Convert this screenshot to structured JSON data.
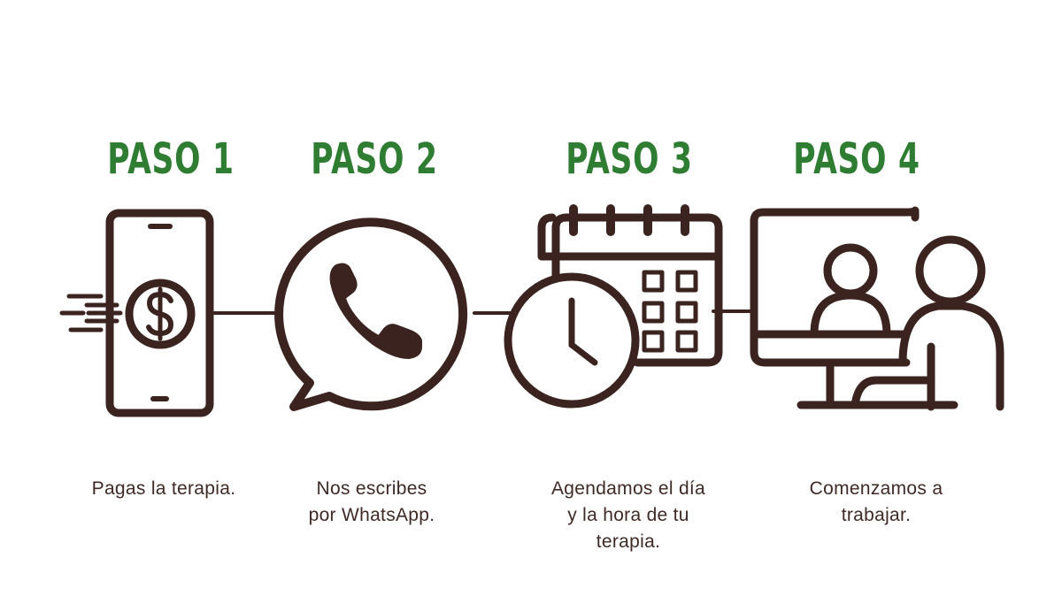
{
  "colors": {
    "accent": "#2e7d32",
    "icon": "#3b2420",
    "text": "#3f2a26"
  },
  "steps": [
    {
      "title": "PASO 1",
      "description": "Pagas la terapia.",
      "icon": "phone-payment-icon"
    },
    {
      "title": "PASO 2",
      "description": "Nos escribes\npor WhatsApp.",
      "icon": "whatsapp-icon"
    },
    {
      "title": "PASO 3",
      "description": "Agendamos el día\ny la hora de tu\nterapia.",
      "icon": "calendar-clock-icon"
    },
    {
      "title": "PASO 4",
      "description": "Comenzamos a\ntrabajar.",
      "icon": "video-session-icon"
    }
  ]
}
